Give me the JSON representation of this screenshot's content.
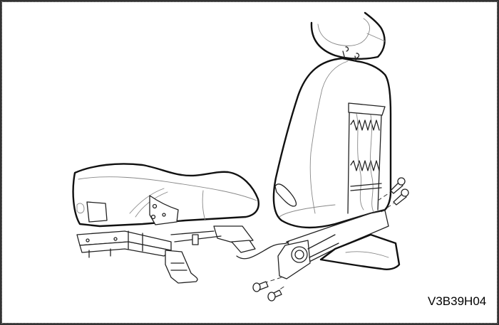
{
  "figure": {
    "code": "V3B39H04",
    "description": "Exploded view of vehicle seat: seat cushion with tracks on left, seat back with headrest on right, attachment bolts",
    "components": [
      {
        "name": "headrest"
      },
      {
        "name": "seat-back"
      },
      {
        "name": "seat-cushion"
      },
      {
        "name": "seat-tracks"
      },
      {
        "name": "upper-mounting-bolts",
        "count": 2
      },
      {
        "name": "lower-mounting-bolts",
        "count": 2
      },
      {
        "name": "wiring-harness"
      }
    ]
  },
  "colors": {
    "line": "#111111",
    "background": "#ffffff",
    "frame": "#333333"
  }
}
